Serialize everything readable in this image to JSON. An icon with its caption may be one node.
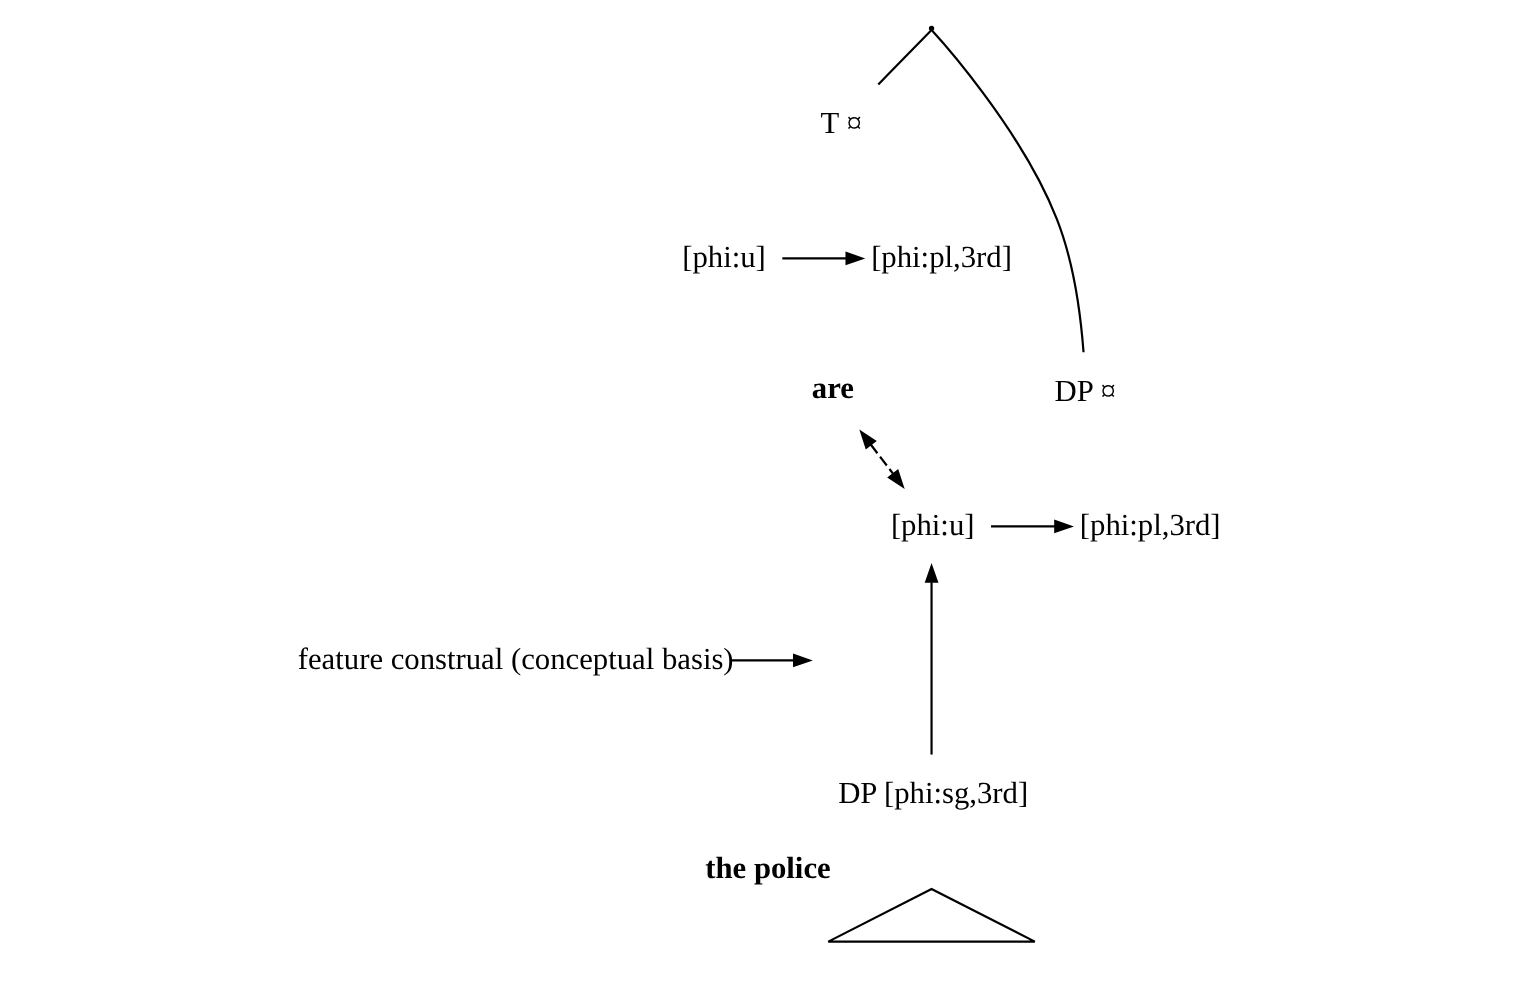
{
  "diagram": {
    "nodes": [
      {
        "text": [],
        "shape": "point"
      },
      {
        "text": [
          "T ¤"
        ]
      },
      {
        "text": [
          "[phi:u]"
        ]
      },
      {
        "text": [
          "[phi:pl,3rd]"
        ]
      },
      {
        "text": [
          "are"
        ]
      },
      {
        "text": [
          "DP ¤"
        ]
      },
      {
        "text": [
          "[phi:u]"
        ]
      },
      {
        "text": [
          "[phi:pl,3rd]"
        ]
      },
      {
        "text": [
          "feature construal (conceptual basis)"
        ]
      },
      {
        "text": [
          "DP [phi:sg,3rd]"
        ]
      },
      {
        "text": [],
        "shape": "triangle",
        "beside": [
          "the police"
        ]
      }
    ],
    "edges": [
      {
        "from": 0,
        "to": 1,
        "arrow": "none"
      },
      {
        "from": 0,
        "to": 5,
        "arrow": "none"
      },
      {
        "from": 2,
        "to": 3,
        "arrow": "to"
      },
      {
        "from": 4,
        "to": 6,
        "arrow": "both",
        "style": "dashed"
      },
      {
        "from": 6,
        "to": 7,
        "arrow": "to"
      },
      {
        "from": 9,
        "to": 6,
        "arrow": "to"
      },
      {
        "from": 8,
        "to": null,
        "arrow": "to"
      }
    ]
  }
}
